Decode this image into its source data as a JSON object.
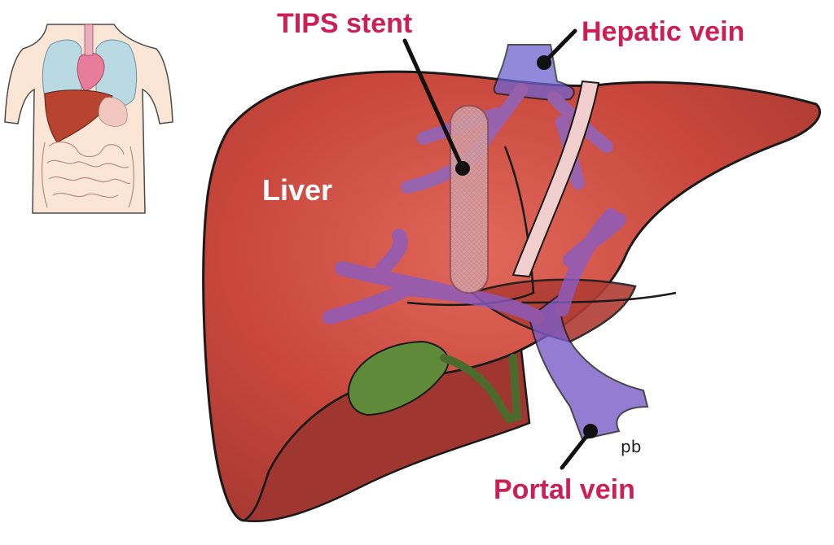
{
  "labels": {
    "tips_stent": "TIPS stent",
    "hepatic_vein": "Hepatic vein",
    "liver": "Liver",
    "portal_vein": "Portal vein"
  },
  "signature": "pb",
  "colors": {
    "label": "#cc1f55",
    "liver_label": "#ffffff",
    "liver": "#c8463c",
    "liver_dark": "#a93a32",
    "liver_light": "#e0685a",
    "vein": "#7a5cc7",
    "vein_light": "#9c82de",
    "stent": "#d9a3a6",
    "gallbladder": "#5e8a3a",
    "outline": "#1a1a1a"
  }
}
